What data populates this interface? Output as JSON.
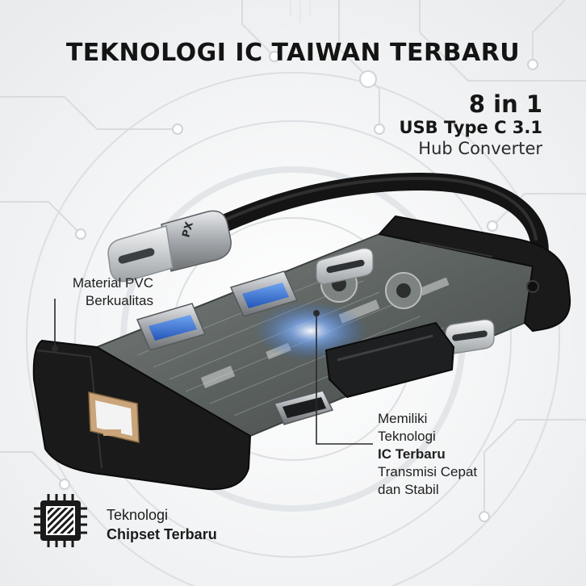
{
  "headline": "TEKNOLOGI IC TAIWAN TERBARU",
  "product_title": {
    "line1": "8 in 1",
    "line2": "USB Type C 3.1",
    "line3": "Hub Converter"
  },
  "callouts": {
    "material": {
      "line1": "Material PVC",
      "line2": "Berkualitas"
    },
    "ic": {
      "line1": "Memiliki",
      "line2": "Teknologi",
      "line3": "IC Terbaru",
      "line4": "Transmisi Cepat",
      "line5": "dan Stabil"
    }
  },
  "chipset": {
    "line1": "Teknologi",
    "line2": "Chipset Terbaru"
  },
  "cable_logo": "PX",
  "icons": {
    "chip": "chip-icon"
  },
  "colors": {
    "text": "#1b1b1b",
    "housing": "#1a1a1a",
    "board": "#5a5f5c",
    "accent": "#2f6fd6",
    "background": "#f4f5f6"
  }
}
